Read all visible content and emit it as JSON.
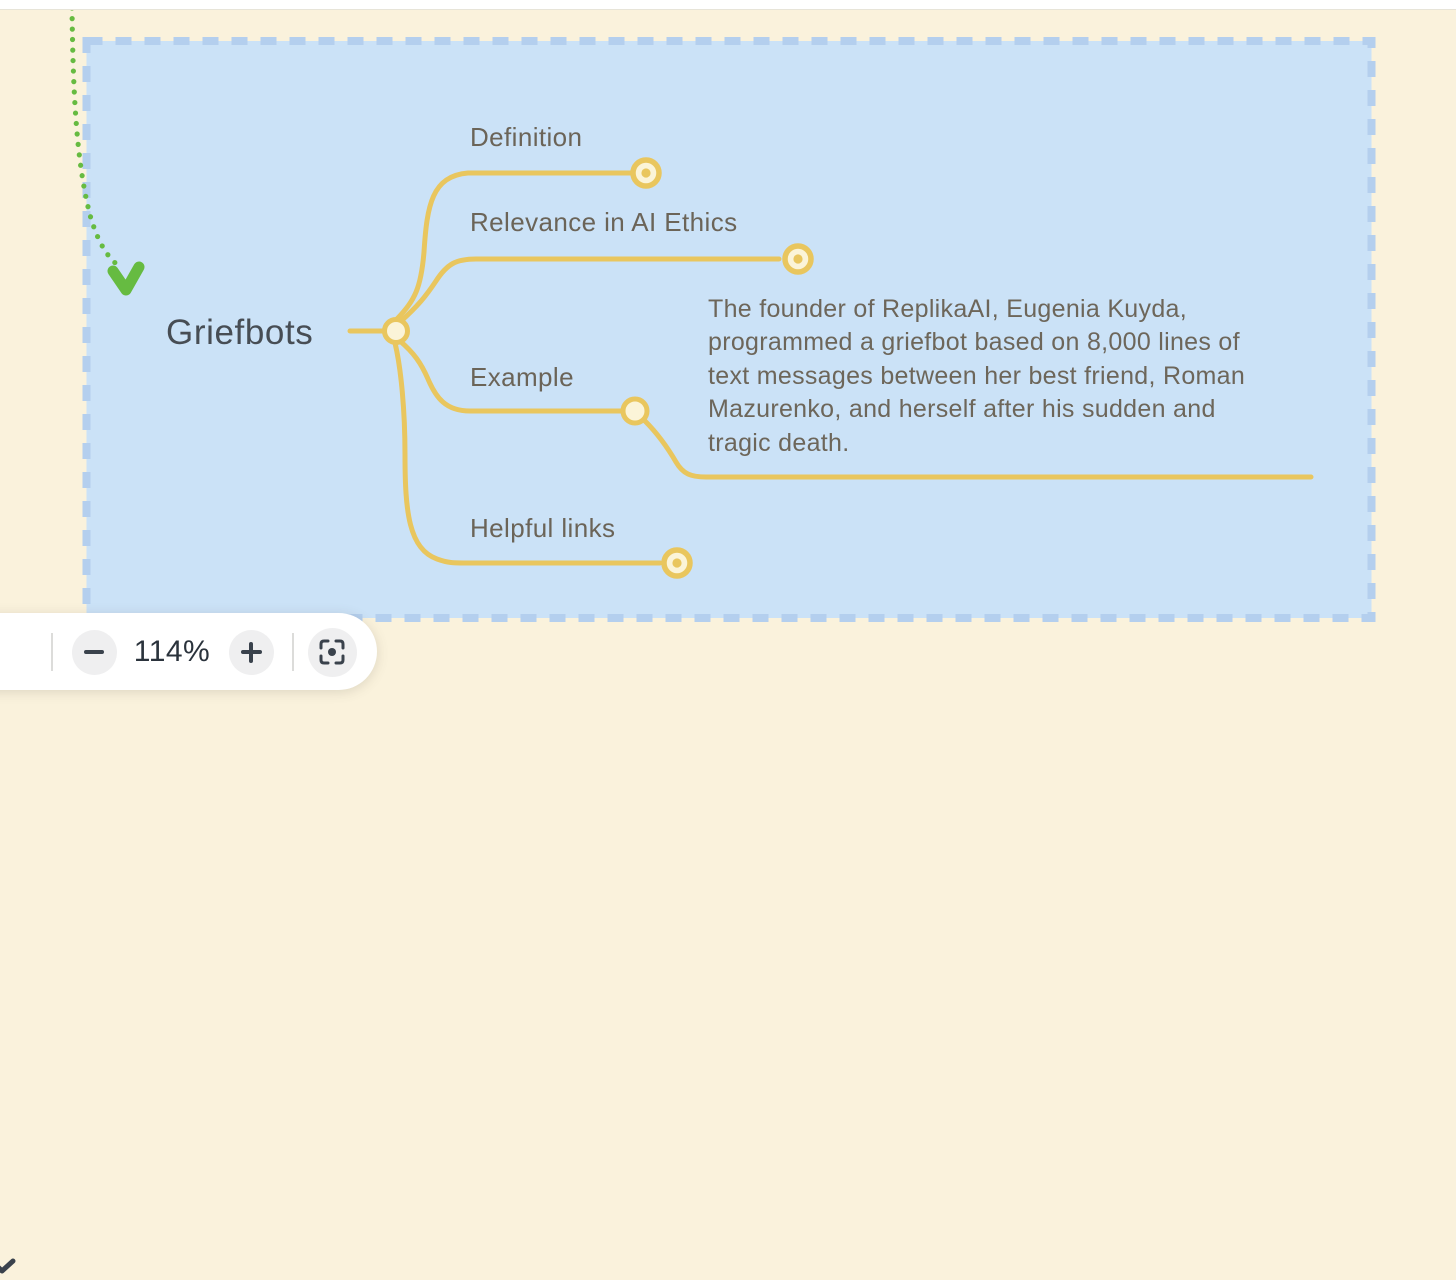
{
  "colors": {
    "background": "#faf2dc",
    "selection_fill": "#cbe2f7",
    "selection_border": "#b4cfee",
    "branch_yellow": "#e9c65e",
    "node_fill": "#fbf4d8",
    "arrow_green": "#66bb41",
    "root_text": "#474d54",
    "branch_text": "#6b6458"
  },
  "mindmap": {
    "root_label": "Griefbots",
    "branches": [
      {
        "label": "Definition",
        "collapsed": true
      },
      {
        "label": "Relevance in AI Ethics",
        "collapsed": true
      },
      {
        "label": "Example",
        "collapsed": false,
        "child_note": "The founder of ReplikaAI, Eugenia Kuyda,\nprogrammed a griefbot based on 8,000 lines of\ntext messages between her best friend, Roman\nMazurenko, and herself after his sudden and\ntragic death."
      },
      {
        "label": "Helpful links",
        "collapsed": true
      }
    ]
  },
  "toolbar": {
    "zoom_label": "114%",
    "icons": {
      "collapse": "chevron-down-icon",
      "zoom_out": "minus-icon",
      "zoom_in": "plus-icon",
      "fit": "fit-to-screen-icon"
    }
  }
}
